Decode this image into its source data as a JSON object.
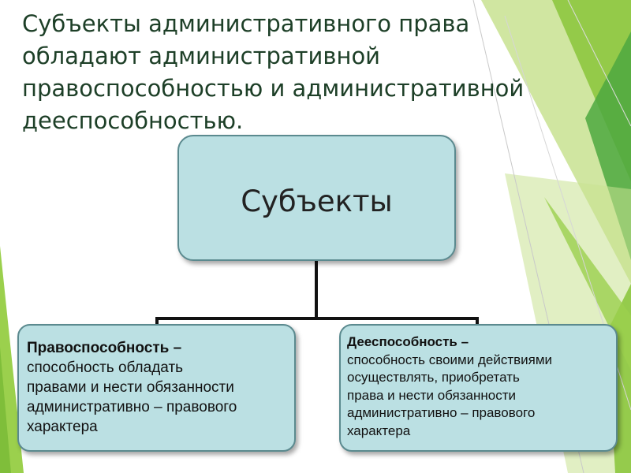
{
  "slide": {
    "title_lines": [
      "Субъекты административного права",
      "обладают административной",
      "правоспособностью и административной",
      "дееспособностью."
    ]
  },
  "diagram": {
    "root": {
      "label": "Субъекты"
    },
    "left": {
      "term": "Правоспособность –",
      "description_lines": [
        "способность обладать",
        "правами и нести обязанности",
        "административно – правового",
        "характера"
      ]
    },
    "right": {
      "term": "Дееспособность –",
      "description_lines": [
        "способность своими действиями",
        "осуществлять, приобретать",
        "права и нести обязанности",
        "административно – правового",
        "характера"
      ]
    }
  },
  "theme": {
    "node_fill": "#bbe0e3",
    "node_border": "#5b8a8f",
    "accent_green_light": "#b7d86a",
    "accent_green": "#8dc63f",
    "accent_green_dark": "#3e9a3a",
    "title_color": "#1d3f27"
  }
}
